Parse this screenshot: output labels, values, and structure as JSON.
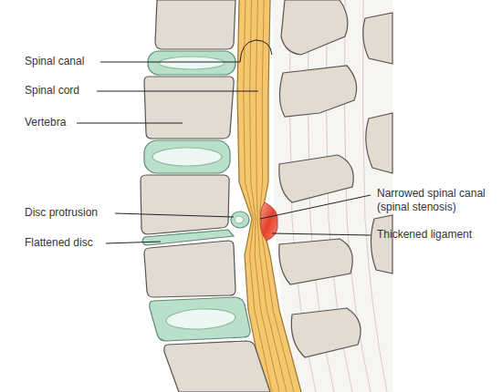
{
  "diagram": {
    "labels": [
      "Spinal canal",
      "Spinal cord",
      "Vertebra",
      "Narrowed spinal canal (spinal stenosis)",
      "Disc protrusion",
      "Thickened ligament",
      "Flattened disc"
    ]
  }
}
